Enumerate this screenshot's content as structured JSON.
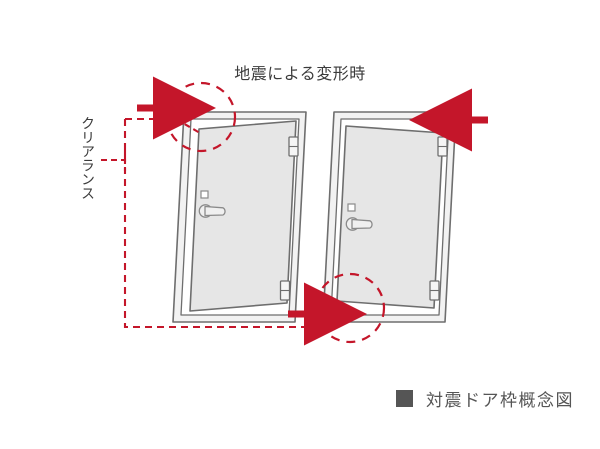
{
  "figure": {
    "title": "地震による変形時",
    "clearance_label": "クリアランス",
    "caption": {
      "marker": "square-marker",
      "text": "対震ドア枠概念図"
    },
    "colors": {
      "red": "#c4162a",
      "door_fill": "#e6e6e6",
      "frame_fill": "#f2f2f2",
      "outline": "#6e6e6e",
      "text": "#3b3b3b",
      "caption": "#555555",
      "background": "#ffffff"
    },
    "annotations": {
      "arrow_top_left": "force-arrow-right",
      "arrow_top_right": "force-arrow-left",
      "arrow_bottom_middle": "force-arrow-right",
      "circle_top_left": "clearance-highlight-circle",
      "circle_bottom_middle": "clearance-highlight-circle",
      "dashed_bracket": "clearance-dimension-bracket"
    },
    "doors": [
      {
        "name": "left-door",
        "hinge_side": "right",
        "handle_side": "left",
        "hinges": 2,
        "gap_location": "top-left"
      },
      {
        "name": "right-door",
        "hinge_side": "right",
        "handle_side": "left",
        "hinges": 2,
        "gap_location": "bottom-left"
      }
    ]
  }
}
